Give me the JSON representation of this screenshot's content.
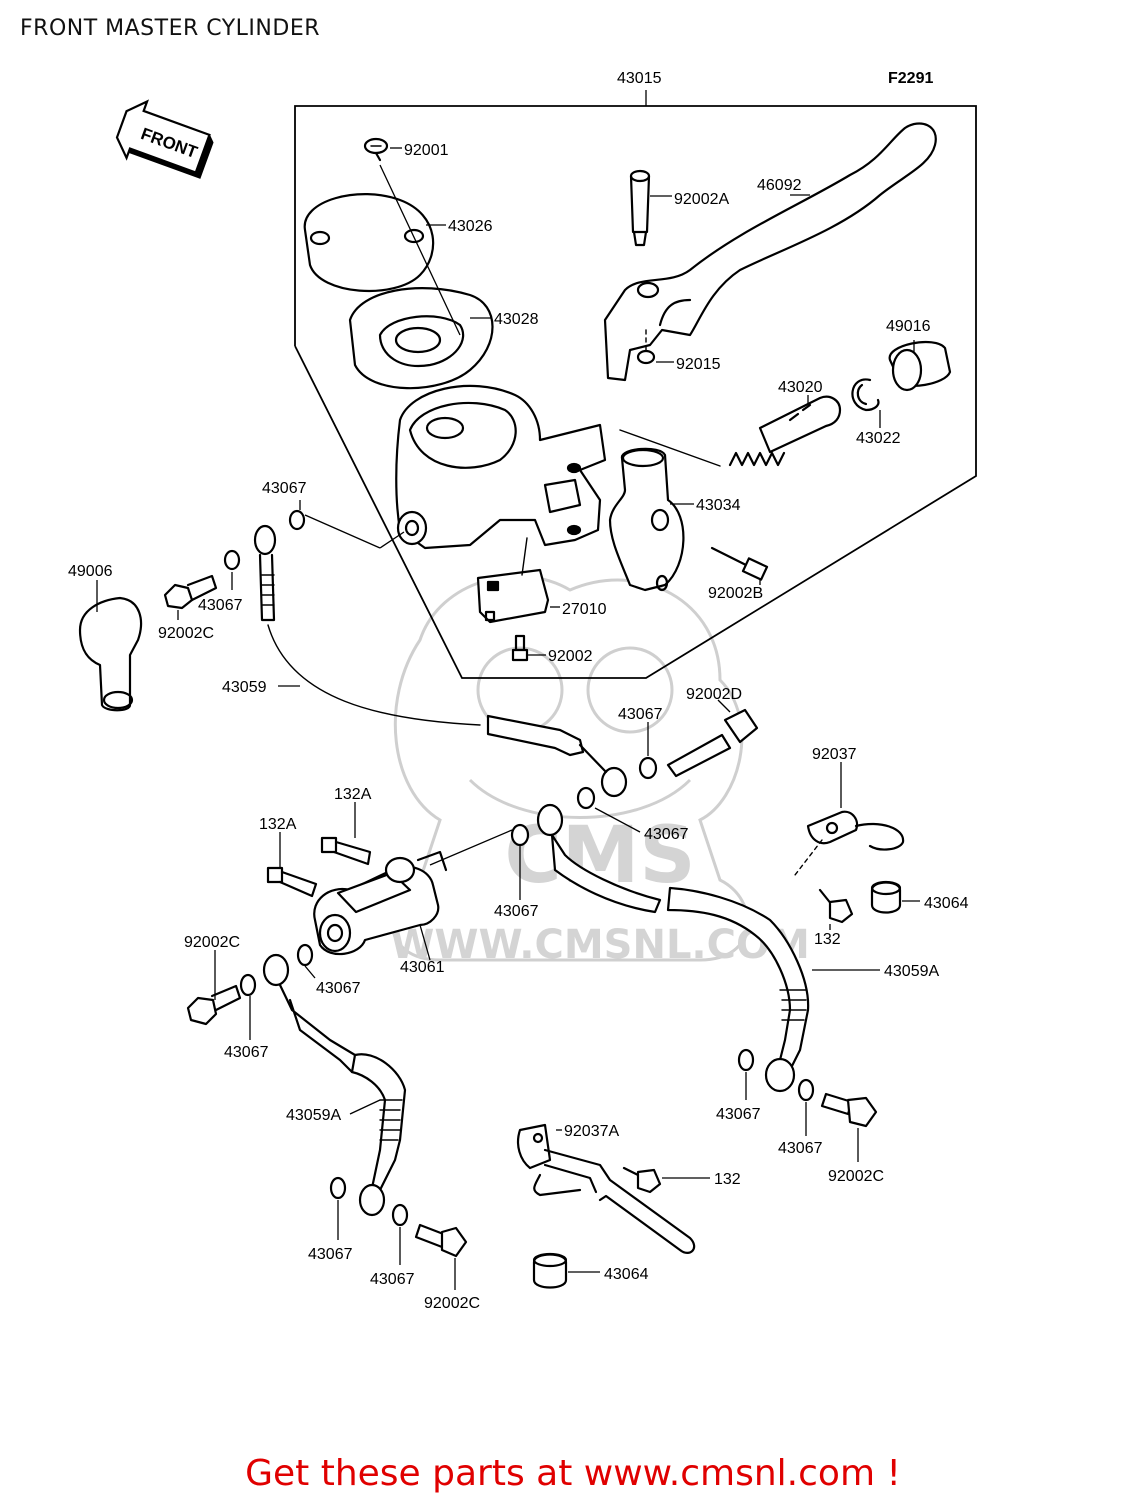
{
  "page": {
    "title": "FRONT MASTER CYLINDER",
    "figure_code": "F2291",
    "front_arrow_label": "FRONT",
    "footer": "Get these parts at www.cmsnl.com !",
    "watermark_text": "WWW.CMSNL.COM",
    "watermark_logo_letters": "CMS"
  },
  "parts": [
    {
      "id": "p43015",
      "number": "43015"
    },
    {
      "id": "p92001",
      "number": "92001"
    },
    {
      "id": "p43026",
      "number": "43026"
    },
    {
      "id": "p43028",
      "number": "43028"
    },
    {
      "id": "p92002A",
      "number": "92002A"
    },
    {
      "id": "p46092",
      "number": "46092"
    },
    {
      "id": "p92015",
      "number": "92015"
    },
    {
      "id": "p49016",
      "number": "49016"
    },
    {
      "id": "p43020",
      "number": "43020"
    },
    {
      "id": "p43022",
      "number": "43022"
    },
    {
      "id": "p43034",
      "number": "43034"
    },
    {
      "id": "p92002B",
      "number": "92002B"
    },
    {
      "id": "p43067a",
      "number": "43067"
    },
    {
      "id": "p49006",
      "number": "49006"
    },
    {
      "id": "p43067b",
      "number": "43067"
    },
    {
      "id": "p92002Ca",
      "number": "92002C"
    },
    {
      "id": "p27010",
      "number": "27010"
    },
    {
      "id": "p92002",
      "number": "92002"
    },
    {
      "id": "p43059",
      "number": "43059"
    },
    {
      "id": "p92002D",
      "number": "92002D"
    },
    {
      "id": "p43067c",
      "number": "43067"
    },
    {
      "id": "p92037",
      "number": "92037"
    },
    {
      "id": "p132Aa",
      "number": "132A"
    },
    {
      "id": "p43067d",
      "number": "43067"
    },
    {
      "id": "p132Ab",
      "number": "132A"
    },
    {
      "id": "p43067e",
      "number": "43067"
    },
    {
      "id": "p43064a",
      "number": "43064"
    },
    {
      "id": "p132a",
      "number": "132"
    },
    {
      "id": "p92002Cb",
      "number": "92002C"
    },
    {
      "id": "p43061",
      "number": "43061"
    },
    {
      "id": "p43067f",
      "number": "43067"
    },
    {
      "id": "p43059Aa",
      "number": "43059A"
    },
    {
      "id": "p43067g",
      "number": "43067"
    },
    {
      "id": "p43067h",
      "number": "43067"
    },
    {
      "id": "p43059Ab",
      "number": "43059A"
    },
    {
      "id": "p92037A",
      "number": "92037A"
    },
    {
      "id": "p132b",
      "number": "132"
    },
    {
      "id": "p43067i",
      "number": "43067"
    },
    {
      "id": "p92002Cc",
      "number": "92002C"
    },
    {
      "id": "p43067j",
      "number": "43067"
    },
    {
      "id": "p43067k",
      "number": "43067"
    },
    {
      "id": "p43064b",
      "number": "43064"
    },
    {
      "id": "p92002Cd",
      "number": "92002C"
    }
  ]
}
